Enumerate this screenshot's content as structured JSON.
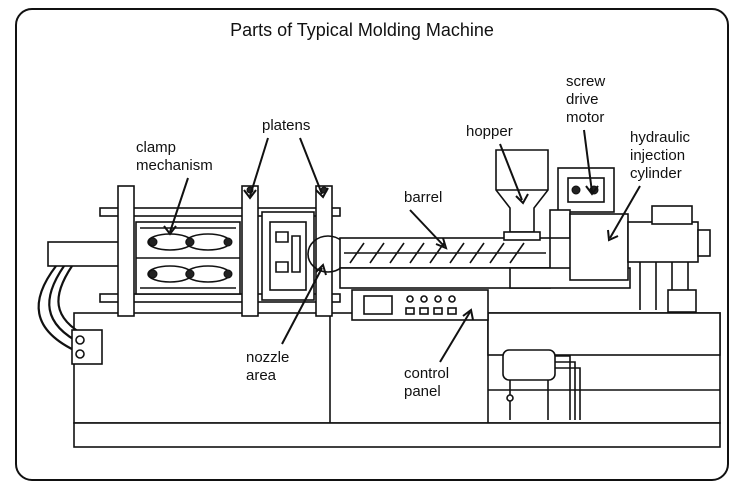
{
  "title": "Parts of Typical Molding Machine",
  "labels": {
    "clamp_line1": "clamp",
    "clamp_line2": "mechanism",
    "platens": "platens",
    "hopper": "hopper",
    "screw_line1": "screw",
    "screw_line2": "drive",
    "screw_line3": "motor",
    "hydraulic_line1": "hydraulic",
    "hydraulic_line2": "injection",
    "hydraulic_line3": "cylinder",
    "barrel": "barrel",
    "nozzle_line1": "nozzle",
    "nozzle_line2": "area",
    "control_line1": "control",
    "control_line2": "panel"
  },
  "colors": {
    "ink": "#111111",
    "background": "#ffffff"
  }
}
